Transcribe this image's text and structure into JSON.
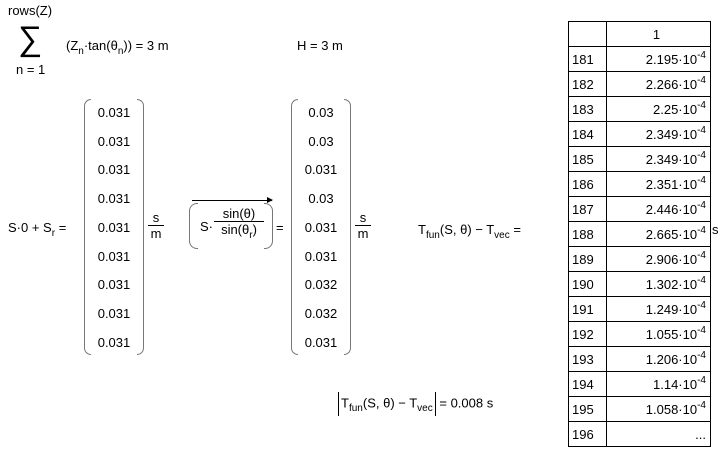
{
  "sum_expr": {
    "upper": "rows(Z)",
    "sigma": "∑",
    "lower": "n = 1",
    "body": "(Z",
    "body_sub": "n",
    "body_mid": "·tan(θ",
    "body_sub2": "n",
    "body_end": ")) = 3 m"
  },
  "h_expr": "H = 3 m",
  "s_expr": {
    "lhs": "S·0 + S",
    "lhs_sub": "r",
    "eq": "=",
    "values": [
      "0.031",
      "0.031",
      "0.031",
      "0.031",
      "0.031",
      "0.031",
      "0.031",
      "0.031",
      "0.031"
    ],
    "unit_num": "s",
    "unit_den": "m"
  },
  "ratio_expr": {
    "s_label": "S·",
    "num": "sin(θ)",
    "den": "sin(θ",
    "den_sub": "r",
    "den_end": ")",
    "eq": "=",
    "values": [
      "0.03",
      "0.03",
      "0.031",
      "0.03",
      "0.031",
      "0.031",
      "0.032",
      "0.032",
      "0.031"
    ],
    "unit_num": "s",
    "unit_den": "m"
  },
  "tfun_expr": {
    "lhs": "T",
    "lhs_sub": "fun",
    "lhs_mid": "(S, θ) − T",
    "lhs_sub2": "vec",
    "eq": "=",
    "unit": "s"
  },
  "abs_expr": {
    "t": "T",
    "t_sub": "fun",
    "mid": "(S, θ) − T",
    "t_sub2": "vec",
    "result": "= 0.008 s"
  },
  "matrix": {
    "column_header": "1",
    "rows": [
      {
        "idx": "181",
        "mant": "2.195·10",
        "exp": "-4"
      },
      {
        "idx": "182",
        "mant": "2.266·10",
        "exp": "-4"
      },
      {
        "idx": "183",
        "mant": "2.25·10",
        "exp": "-4"
      },
      {
        "idx": "184",
        "mant": "2.349·10",
        "exp": "-4"
      },
      {
        "idx": "185",
        "mant": "2.349·10",
        "exp": "-4"
      },
      {
        "idx": "186",
        "mant": "2.351·10",
        "exp": "-4"
      },
      {
        "idx": "187",
        "mant": "2.446·10",
        "exp": "-4"
      },
      {
        "idx": "188",
        "mant": "2.665·10",
        "exp": "-4"
      },
      {
        "idx": "189",
        "mant": "2.906·10",
        "exp": "-4"
      },
      {
        "idx": "190",
        "mant": "1.302·10",
        "exp": "-4"
      },
      {
        "idx": "191",
        "mant": "1.249·10",
        "exp": "-4"
      },
      {
        "idx": "192",
        "mant": "1.055·10",
        "exp": "-4"
      },
      {
        "idx": "193",
        "mant": "1.206·10",
        "exp": "-4"
      },
      {
        "idx": "194",
        "mant": "1.14·10",
        "exp": "-4"
      },
      {
        "idx": "195",
        "mant": "1.058·10",
        "exp": "-4"
      },
      {
        "idx": "196",
        "mant": "...",
        "exp": ""
      }
    ]
  }
}
